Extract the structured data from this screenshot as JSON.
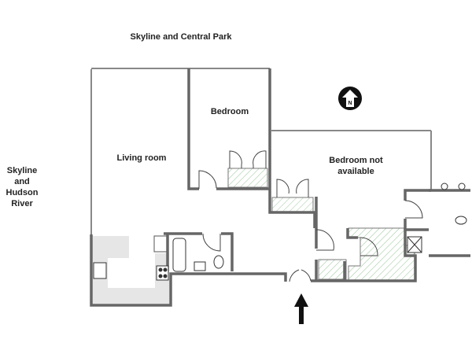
{
  "plan": {
    "view_top": "Skyline and Central Park",
    "view_left_line1": "Skyline and",
    "view_left_line2": "Hudson River",
    "rooms": {
      "living_room": "Living room",
      "bedroom": "Bedroom",
      "bedroom_na_line1": "Bedroom not",
      "bedroom_na_line2": "available"
    },
    "compass_letter": "N",
    "entrance": "entrance-arrow-icon"
  },
  "colors": {
    "wall": "#777777",
    "hatch": "#9cc79c",
    "kitchen": "#e6e6e6"
  }
}
